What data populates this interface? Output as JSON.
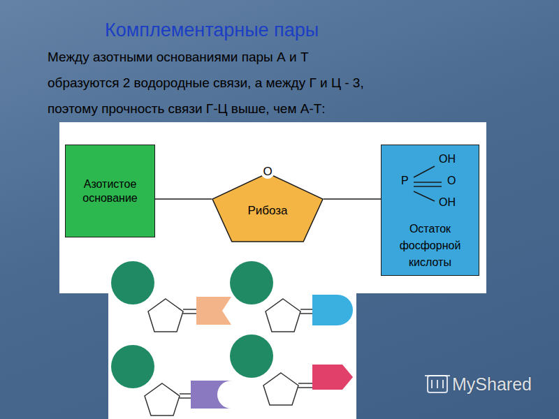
{
  "diagram": {
    "title": "Комплементарные пары",
    "nodes": [
      {
        "text": [
          "Азотистое основание"
        ]
      },
      {
        "text": [
          "O",
          "Рибоза"
        ]
      },
      {
        "text": [
          "OH",
          "P",
          "O",
          "OH",
          "Остаток фосфорной кислоты"
        ]
      }
    ],
    "edges": [
      {
        "from": 0,
        "to": 1,
        "arrow": "none"
      },
      {
        "from": 1,
        "to": 2,
        "arrow": "none"
      }
    ],
    "labels": [
      "Между азотными основаниями пары А и Т",
      "образуются 2 водородные связи, а между Г и Ц - 3,",
      "поэтому прочность связи Г-Ц выше, чем А-Т:",
      "MyShared"
    ]
  }
}
